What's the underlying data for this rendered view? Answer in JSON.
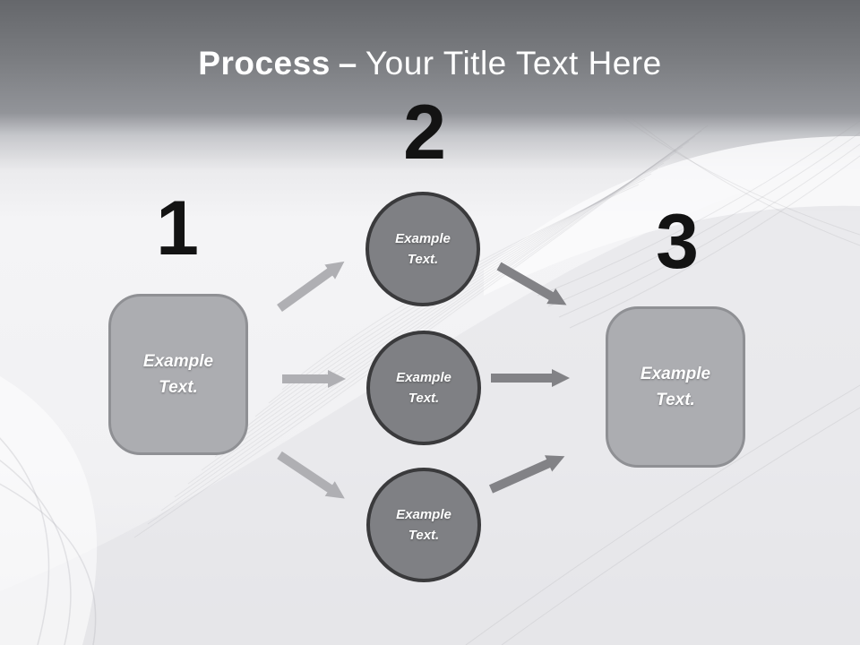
{
  "colors": {
    "band_top": "#65676b",
    "band_mid": "#929499",
    "canvas": "#f1f1f3",
    "box_fill": "#acadb1",
    "box_border": "#8f9094",
    "circle_fill": "#7f8084",
    "circle_border": "#3a3a3c",
    "arrow_left": "#afafb3",
    "arrow_right": "#828286",
    "number_color": "#131313",
    "title_color": "#ffffff"
  },
  "title": {
    "emphasis": "Process",
    "separator": "–",
    "rest": "Your Title Text Here"
  },
  "diagram": {
    "step1": {
      "number": "1",
      "box_label": "Example Text."
    },
    "step2": {
      "number": "2",
      "circles": [
        {
          "label": "Example Text."
        },
        {
          "label": "Example Text."
        },
        {
          "label": "Example Text."
        }
      ]
    },
    "step3": {
      "number": "3",
      "box_label": "Example Text."
    }
  }
}
